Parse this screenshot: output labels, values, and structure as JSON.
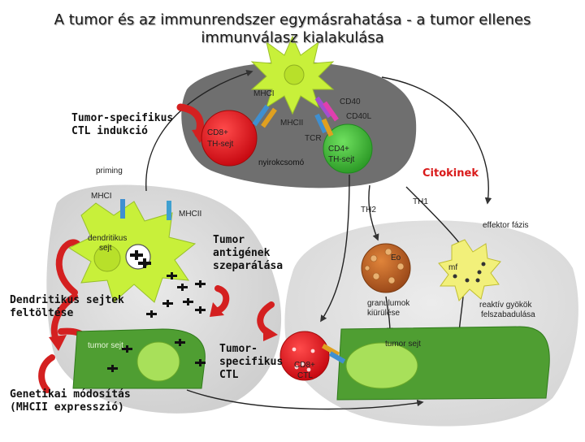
{
  "title": {
    "line1": "A tumor és az immunrendszer egymásrahatása - a tumor ellenes",
    "line2": "immunválasz kialakulása"
  },
  "annotations": {
    "tumor_specific_ctl_induction": {
      "line1": "Tumor-specifikus",
      "line2": "CTL indukció"
    },
    "cytokines": "Citokinek",
    "tumor_antigen_separation": {
      "line1": "Tumor",
      "line2": "antigének",
      "line3": "szeparálása"
    },
    "dendritic_loading": {
      "line1": "Dendritikus sejtek",
      "line2": "feltöltése"
    },
    "tumor_specific_ctl": {
      "line1": "Tumor-",
      "line2": "specifikus",
      "line3": "CTL"
    },
    "genetic_modification": {
      "line1": "Genetikai módosítás",
      "line2": "(MHCII expresszió)"
    }
  },
  "labels": {
    "mhci_top": "MHCI",
    "cd40": "CD40",
    "mhcii_top": "MHCII",
    "cd40l": "CD40L",
    "tcr": "TCR",
    "cd8_top": "CD8+",
    "th_sejt_top": "TH-sejt",
    "cd4": "CD4+",
    "th_sejt_cd4": "TH-sejt",
    "nyirokcsomo": "nyirokcsomó",
    "priming": "priming",
    "mhci_left": "MHCI",
    "mhcii_left": "MHCII",
    "dendritikus_sejt_1": "dendritikus",
    "dendritikus_sejt_2": "sejt",
    "tumor_sejt_left": "tumor sejt",
    "th2": "TH2",
    "th1": "TH1",
    "effektor_fazis": "effektor fázis",
    "eo": "Eo",
    "mf": "mf",
    "granulumok_1": "granulumok",
    "granulumok_2": "kiürülése",
    "reaktiv_1": "reaktív gyökök",
    "reaktiv_2": "felszabadulása",
    "tumor_sejt_right": "tumor sejt",
    "cd8_bottom": "CD8+",
    "ctl_bottom": "CTL"
  },
  "colors": {
    "lymph_node": "#6f6f6f",
    "left_panel": "#d9d9d9",
    "right_panel": "#e2e2e2",
    "dendritic": "#c8f03a",
    "red_cell": "#e8141c",
    "green_cell": "#44c23a",
    "tumor_cell": "#4f9e32",
    "nucleus": "#a8e05a",
    "eosinophil": "#c96a2a",
    "macrophage": "#f2f07a",
    "arrow_red": "#d42020",
    "annotation_red": "#d91a1a"
  }
}
